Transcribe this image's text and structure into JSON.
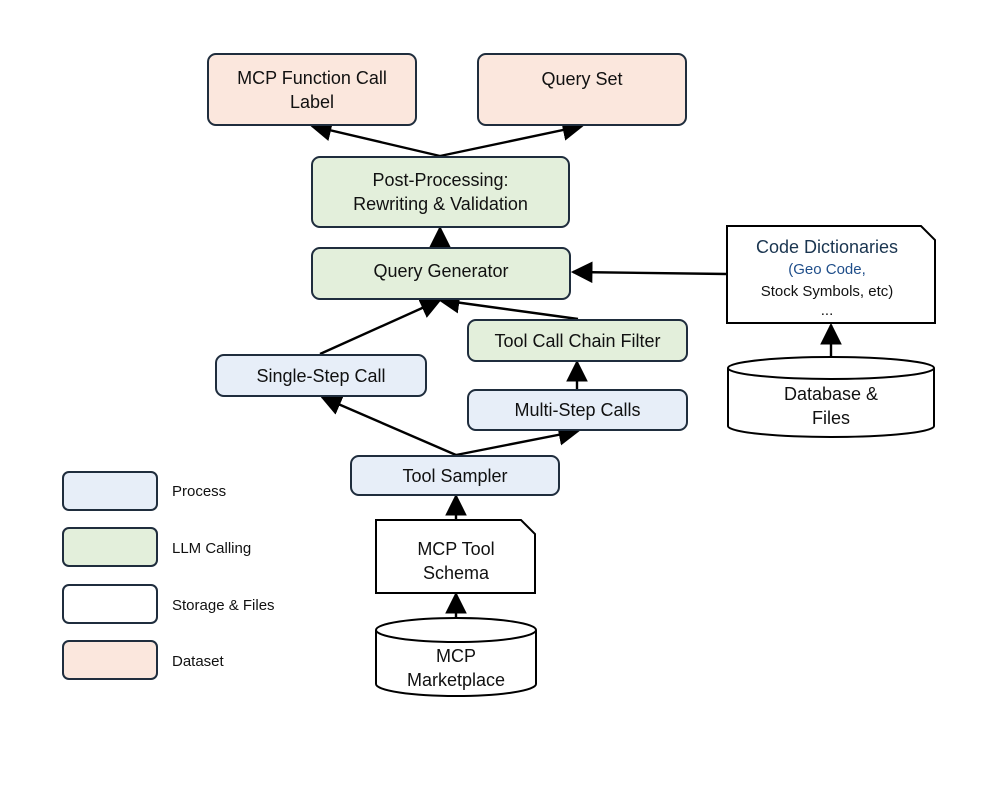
{
  "nodes": {
    "mcp_label": [
      "MCP Function Call",
      "Label"
    ],
    "query_set": "Query Set",
    "post_processing": [
      "Post-Processing:",
      "Rewriting & Validation"
    ],
    "query_generator": "Query Generator",
    "tool_chain_filter": "Tool Call Chain Filter",
    "single_step": "Single-Step Call",
    "multi_step": "Multi-Step Calls",
    "tool_sampler": "Tool Sampler",
    "tool_schema": [
      "MCP Tool",
      "Schema"
    ],
    "marketplace": [
      "MCP",
      "Marketplace"
    ],
    "code_dict": {
      "title": "Code Dictionaries",
      "line1_paren_open": "(",
      "line1_text": "Geo Code,",
      "line2": "Stock Symbols, etc)",
      "line3": "..."
    },
    "database": [
      "Database &",
      "Files"
    ]
  },
  "legend": [
    {
      "label": "Process",
      "color": "#e7eef8"
    },
    {
      "label": "LLM Calling",
      "color": "#e3efdb"
    },
    {
      "label": "Storage & Files",
      "color": "#ffffff"
    },
    {
      "label": "Dataset",
      "color": "#fbe7dd"
    }
  ]
}
